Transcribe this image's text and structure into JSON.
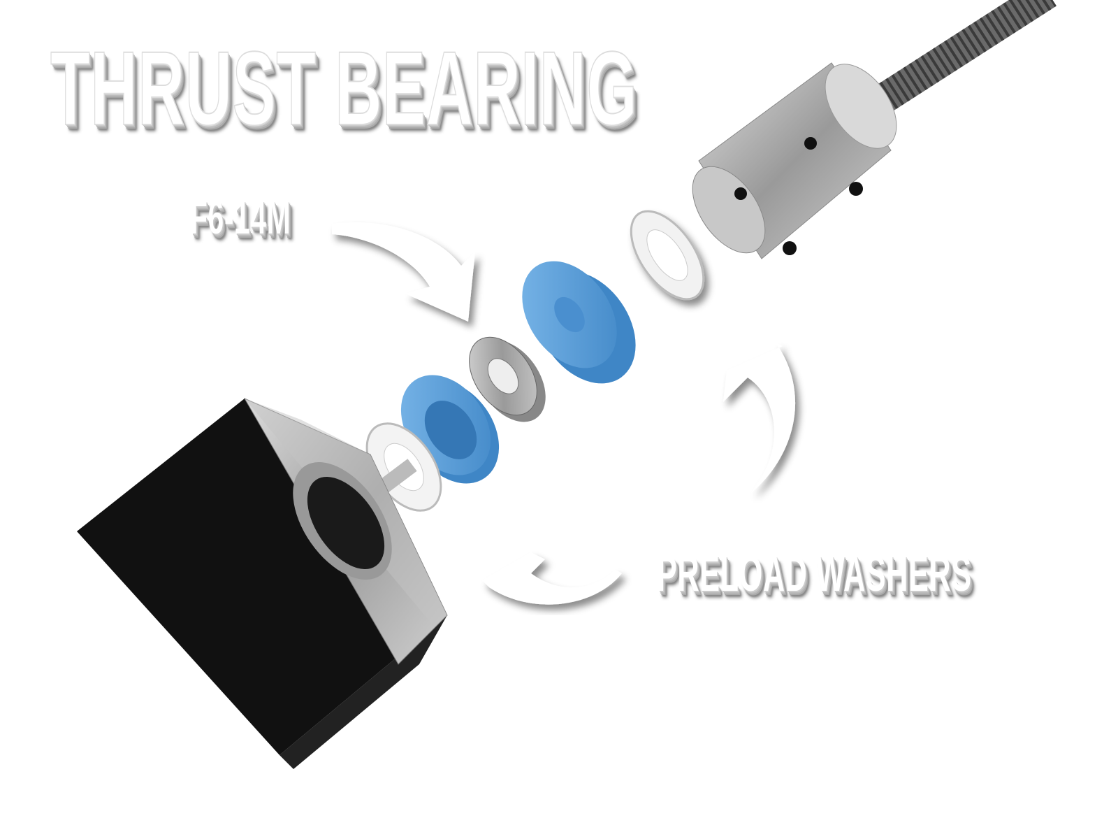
{
  "title": "THRUST BEARING",
  "labels": {
    "bearing_model": "F6-14M",
    "preload_washers": "PRELOAD WASHERS"
  },
  "colors": {
    "spacer_blue": "#5a9fd8",
    "motor_black": "#111111",
    "metal_gray": "#b8b8b8"
  }
}
